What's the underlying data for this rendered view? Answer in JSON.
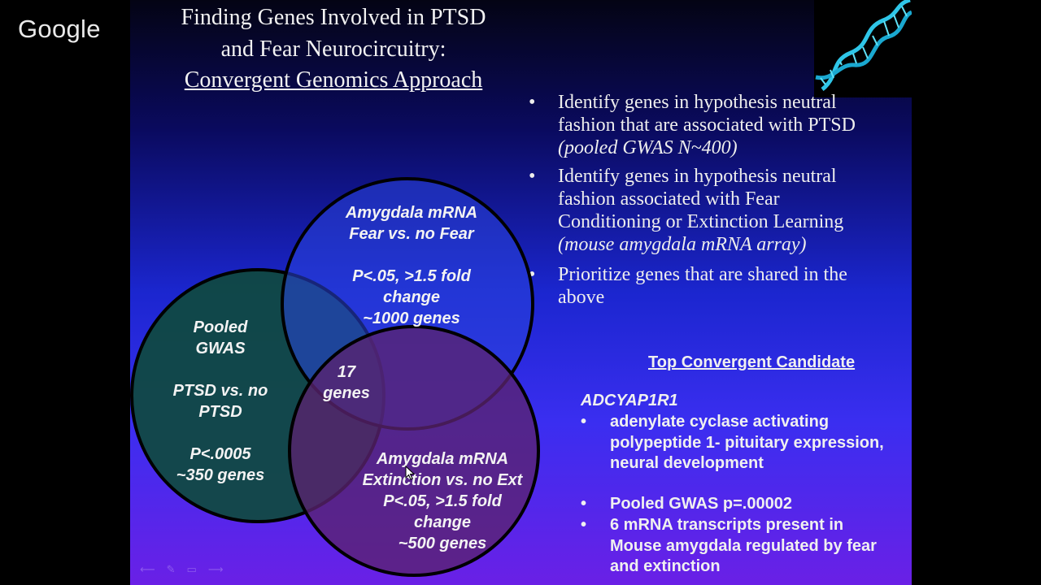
{
  "overlay": {
    "logo": "Google"
  },
  "slide": {
    "title": {
      "line1": "Finding Genes Involved in PTSD",
      "line2": "and Fear Neurocircuitry:",
      "line3": "Convergent Genomics Approach"
    },
    "bullets": [
      {
        "marker": "•",
        "line1": "Identify genes in hypothesis neutral",
        "line2": "fashion that are associated with PTSD",
        "italic": "(pooled GWAS N~400)"
      },
      {
        "marker": "•",
        "line1": "Identify genes in hypothesis neutral",
        "line2": "fashion associated with Fear",
        "line3": "Conditioning or Extinction Learning",
        "italic": "(mouse amygdala mRNA array)"
      },
      {
        "marker": "•",
        "line1": "Prioritize genes that are shared in the",
        "line2": "above"
      }
    ],
    "venn": {
      "pooled": {
        "l1": "Pooled",
        "l2": "GWAS",
        "l3": "PTSD vs. no",
        "l4": "PTSD",
        "l5": "P<.0005",
        "l6": "~350 genes",
        "fill": "#0f4a3e"
      },
      "fear": {
        "l1": "Amygdala mRNA",
        "l2": "Fear vs. no Fear",
        "l3": "P<.05, >1.5 fold",
        "l4": "change",
        "l5": "~1000 genes",
        "fill": "#2a44dd"
      },
      "extinction": {
        "l1": "Amygdala mRNA",
        "l2": "Extinction vs. no Ext",
        "l3": "P<.05, >1.5 fold",
        "l4": "change",
        "l5": "~500 genes",
        "fill": "#5a2270"
      },
      "overlap": {
        "l1": "17",
        "l2": "genes"
      }
    },
    "candidate": {
      "heading": "Top Convergent Candidate",
      "gene": "ADCYAP1R1",
      "items": [
        {
          "marker": "•",
          "l1": "adenylate cyclase activating",
          "l2": "polypeptide 1- pituitary expression,",
          "l3": "neural development"
        },
        {
          "marker": "•",
          "l1": "Pooled GWAS p=.00002"
        },
        {
          "marker": "•",
          "l1": "6 mRNA transcripts present in",
          "l2": "Mouse amygdala regulated by fear",
          "l3": "and extinction"
        }
      ]
    },
    "controls": [
      "⟵",
      "✎",
      "▭",
      "⟶"
    ]
  }
}
